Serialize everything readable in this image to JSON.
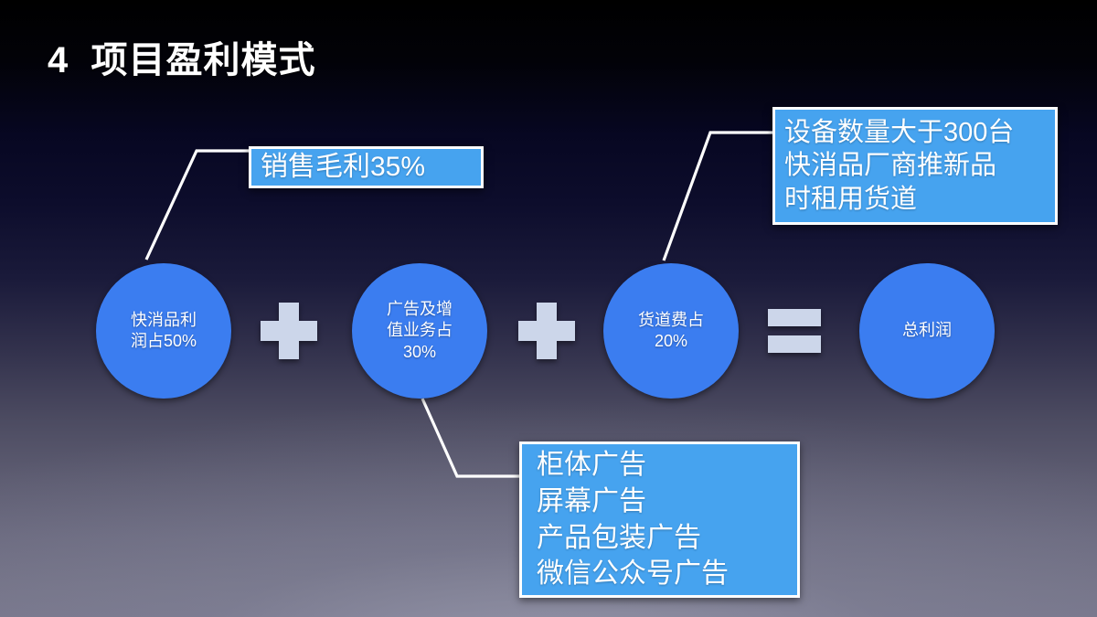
{
  "slide": {
    "title": "4  项目盈利模式",
    "background": {
      "top_color": "#000000",
      "mid_color": "#0d0d2c",
      "bottom_color": "#76758a"
    }
  },
  "colors": {
    "circle_fill": "#3b7df0",
    "callout_fill": "#46a3ef",
    "callout_border": "#ffffff",
    "operator_fill": "#ccd6ea",
    "text": "#ffffff"
  },
  "formula": {
    "nodes": [
      {
        "id": "fmcg-profit",
        "label": "快消品利\n润占50%",
        "percent": "50%"
      },
      {
        "id": "ads-value-added",
        "label": "广告及增\n值业务占\n30%",
        "percent": "30%"
      },
      {
        "id": "slot-fee",
        "label": "货道费占\n20%",
        "percent": "20%"
      },
      {
        "id": "total-profit",
        "label": "总利润",
        "percent": ""
      }
    ],
    "operators": [
      {
        "id": "plus-1",
        "symbol": "+"
      },
      {
        "id": "plus-2",
        "symbol": "+"
      },
      {
        "id": "equals",
        "symbol": "="
      }
    ]
  },
  "callouts": {
    "gross_margin": {
      "id": "callout-gross-margin",
      "lines": [
        "销售毛利35%"
      ]
    },
    "slot_rental": {
      "id": "callout-slot-rental",
      "lines": [
        "设备数量大于300台",
        "快消品厂商推新品",
        "时租用货道"
      ]
    },
    "ad_channels": {
      "id": "callout-ad-channels",
      "lines": [
        "柜体广告",
        "屏幕广告",
        "产品包装广告",
        "微信公众号广告"
      ]
    }
  }
}
